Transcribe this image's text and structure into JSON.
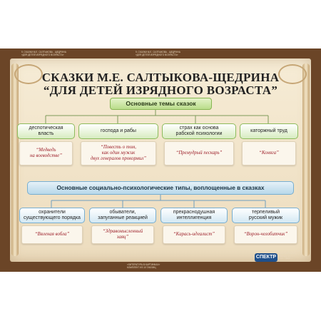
{
  "header_left": "9. СКАЗКИ М.Е. САЛТЫКОВА - ЩЕДРИНА\n«ДЛЯ ДЕТЕЙ ИЗРЯДНОГО ВОЗРАСТА»",
  "header_center": "9. СКАЗКИ М.Е. САЛТЫКОВА - ЩЕДРИНА\n«ДЛЯ ДЕТЕЙ ИЗРЯДНОГО ВОЗРАСТА»",
  "title_line1": "СКАЗКИ М.Е. САЛТЫКОВА-ЩЕДРИНА",
  "title_line2": "“ДЛЯ ДЕТЕЙ ИЗРЯДНОГО ВОЗРАСТА”",
  "themes_header": "Основные темы сказок",
  "themes": [
    {
      "label": "деспотическая\nвласть",
      "example": "“Медведь\nна воеводстве”"
    },
    {
      "label": "господа и рабы",
      "example": "“Повесть о том,\nкак один мужик\nдвух генералов прокормил”"
    },
    {
      "label": "страх как основа\nрабской психологии",
      "example": "“Премудрый пескарь”"
    },
    {
      "label": "каторжный труд",
      "example": "“Коняга”"
    }
  ],
  "types_header": "Основные социально-психологические типы, воплощенные в сказках",
  "types": [
    {
      "label": "охранители\nсуществующего порядка",
      "example": "“Вяленая вобла”"
    },
    {
      "label": "обыватели,\nзапуганные реакцией",
      "example": "“Здравомысленный\nзаяц”"
    },
    {
      "label": "прекраснодушная\nинтеллигенция",
      "example": "“Карась-идеалист”"
    },
    {
      "label": "терпеливый\nрусский мужик",
      "example": "“Ворон-челобитчик”"
    }
  ],
  "logo": "СПЕКТР",
  "colors": {
    "frame": "#6b4527",
    "parchment": "#f3e6cc",
    "green_border": "#87b653",
    "blue_border": "#78aed0",
    "example_text": "#9c1e28"
  }
}
